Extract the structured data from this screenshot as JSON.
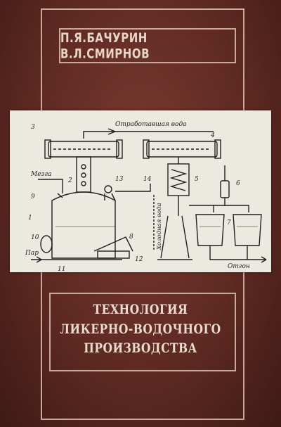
{
  "book": {
    "authors": "П.Я.БАЧУРИН В.Л.СМИРНОВ",
    "title_lines": [
      "ТЕХНОЛОГИЯ",
      "ЛИКЕРНО-ВОДОЧНОГО",
      "ПРОИЗВОДСТВА"
    ]
  },
  "diagram": {
    "labels": {
      "spent_water": "Отработавшая вода",
      "pomace": "Мезга",
      "steam": "Пар",
      "cold_water": "Холодная вода",
      "distillate": "Отгон"
    },
    "numbers": [
      "1",
      "2",
      "3",
      "4",
      "5",
      "6",
      "7",
      "8",
      "9",
      "10",
      "11",
      "12",
      "13",
      "14"
    ]
  },
  "colors": {
    "cover": "#5e2a22",
    "frame": "#c9a998",
    "plate": "#ece9e1",
    "ink": "#1f1f1f"
  }
}
